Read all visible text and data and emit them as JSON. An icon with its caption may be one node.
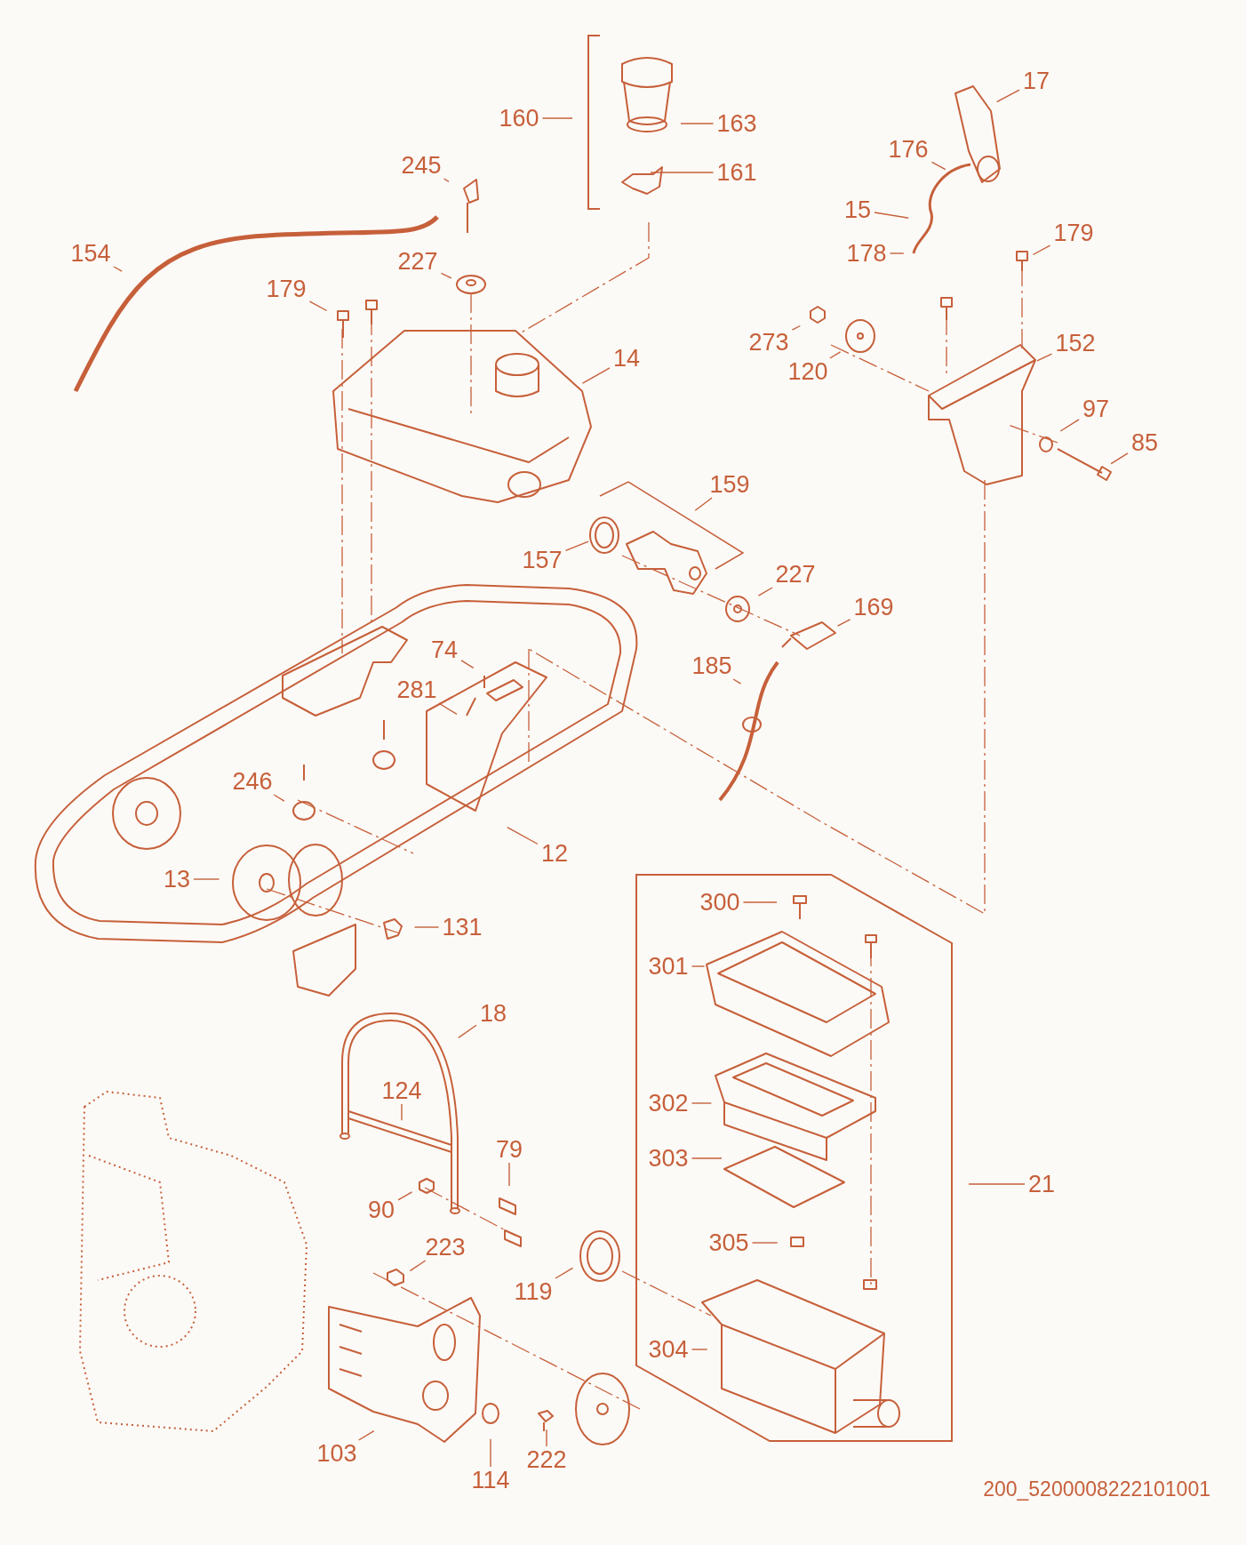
{
  "diagram": {
    "nodes": [
      {
        "text": [
          "160"
        ]
      },
      {
        "text": [
          "163"
        ]
      },
      {
        "text": [
          "161"
        ]
      },
      {
        "text": [
          "245"
        ]
      },
      {
        "text": [
          "154"
        ]
      },
      {
        "text": [
          "227"
        ]
      },
      {
        "text": [
          "179"
        ]
      },
      {
        "text": [
          "14"
        ]
      },
      {
        "text": [
          "17"
        ]
      },
      {
        "text": [
          "176"
        ]
      },
      {
        "text": [
          "15"
        ]
      },
      {
        "text": [
          "178"
        ]
      },
      {
        "text": [
          "179"
        ]
      },
      {
        "text": [
          "273"
        ]
      },
      {
        "text": [
          "152"
        ]
      },
      {
        "text": [
          "120"
        ]
      },
      {
        "text": [
          "97"
        ]
      },
      {
        "text": [
          "85"
        ]
      },
      {
        "text": [
          "159"
        ]
      },
      {
        "text": [
          "157"
        ]
      },
      {
        "text": [
          "227"
        ]
      },
      {
        "text": [
          "169"
        ]
      },
      {
        "text": [
          "185"
        ]
      },
      {
        "text": [
          "74"
        ]
      },
      {
        "text": [
          "281"
        ]
      },
      {
        "text": [
          "246"
        ]
      },
      {
        "text": [
          "12"
        ]
      },
      {
        "text": [
          "13"
        ]
      },
      {
        "text": [
          "131"
        ]
      },
      {
        "text": [
          "18"
        ]
      },
      {
        "text": [
          "124"
        ]
      },
      {
        "text": [
          "79"
        ]
      },
      {
        "text": [
          "90"
        ]
      },
      {
        "text": [
          "223"
        ]
      },
      {
        "text": [
          "119"
        ]
      },
      {
        "text": [
          "103"
        ]
      },
      {
        "text": [
          "114"
        ]
      },
      {
        "text": [
          "222"
        ]
      },
      {
        "text": [
          "300"
        ]
      },
      {
        "text": [
          "301"
        ]
      },
      {
        "text": [
          "302"
        ]
      },
      {
        "text": [
          "303"
        ]
      },
      {
        "text": [
          "305"
        ]
      },
      {
        "text": [
          "304"
        ]
      },
      {
        "text": [
          "21"
        ]
      },
      {
        "text": [],
        "shape": "circle"
      }
    ],
    "edges": [
      {
        "from": 0,
        "to": null,
        "arrow": "none"
      },
      {
        "from": 1,
        "to": null,
        "arrow": "none"
      },
      {
        "from": 2,
        "to": null,
        "arrow": "none"
      },
      {
        "from": 3,
        "to": null,
        "arrow": "none"
      },
      {
        "from": 4,
        "to": null,
        "arrow": "none"
      },
      {
        "from": 5,
        "to": null,
        "arrow": "none"
      },
      {
        "from": 6,
        "to": null,
        "arrow": "none"
      },
      {
        "from": 7,
        "to": null,
        "arrow": "none"
      },
      {
        "from": 8,
        "to": null,
        "arrow": "none"
      },
      {
        "from": 9,
        "to": null,
        "arrow": "none"
      },
      {
        "from": 10,
        "to": null,
        "arrow": "none"
      },
      {
        "from": 11,
        "to": null,
        "arrow": "none"
      },
      {
        "from": 12,
        "to": null,
        "arrow": "none"
      },
      {
        "from": 13,
        "to": null,
        "arrow": "none"
      },
      {
        "from": 14,
        "to": null,
        "arrow": "none"
      },
      {
        "from": 15,
        "to": null,
        "arrow": "none"
      },
      {
        "from": 16,
        "to": null,
        "arrow": "none"
      },
      {
        "from": 17,
        "to": null,
        "arrow": "none"
      },
      {
        "from": 18,
        "to": null,
        "arrow": "none"
      },
      {
        "from": 19,
        "to": 45,
        "arrow": "none"
      },
      {
        "from": 20,
        "to": null,
        "arrow": "none"
      },
      {
        "from": 21,
        "to": null,
        "arrow": "none"
      },
      {
        "from": 22,
        "to": null,
        "arrow": "none"
      },
      {
        "from": 23,
        "to": null,
        "arrow": "none"
      },
      {
        "from": 24,
        "to": null,
        "arrow": "none"
      },
      {
        "from": 25,
        "to": null,
        "arrow": "none"
      },
      {
        "from": 26,
        "to": null,
        "arrow": "none"
      },
      {
        "from": 27,
        "to": null,
        "arrow": "none"
      },
      {
        "from": 28,
        "to": null,
        "arrow": "none"
      },
      {
        "from": 29,
        "to": null,
        "arrow": "none"
      },
      {
        "from": 30,
        "to": null,
        "arrow": "none"
      },
      {
        "from": 31,
        "to": null,
        "arrow": "none"
      },
      {
        "from": 32,
        "to": null,
        "arrow": "none"
      },
      {
        "from": 33,
        "to": null,
        "arrow": "none"
      },
      {
        "from": 34,
        "to": null,
        "arrow": "none"
      },
      {
        "from": 35,
        "to": null,
        "arrow": "none"
      },
      {
        "from": 36,
        "to": null,
        "arrow": "none"
      },
      {
        "from": 37,
        "to": null,
        "arrow": "none"
      },
      {
        "from": 38,
        "to": null,
        "arrow": "none"
      },
      {
        "from": 39,
        "to": null,
        "arrow": "none"
      },
      {
        "from": 40,
        "to": null,
        "arrow": "none"
      },
      {
        "from": 41,
        "to": null,
        "arrow": "none"
      },
      {
        "from": 42,
        "to": null,
        "arrow": "none"
      },
      {
        "from": 43,
        "to": null,
        "arrow": "none"
      },
      {
        "from": 44,
        "to": null,
        "arrow": "none"
      }
    ],
    "labels": [
      "200_5200008222101001"
    ]
  }
}
